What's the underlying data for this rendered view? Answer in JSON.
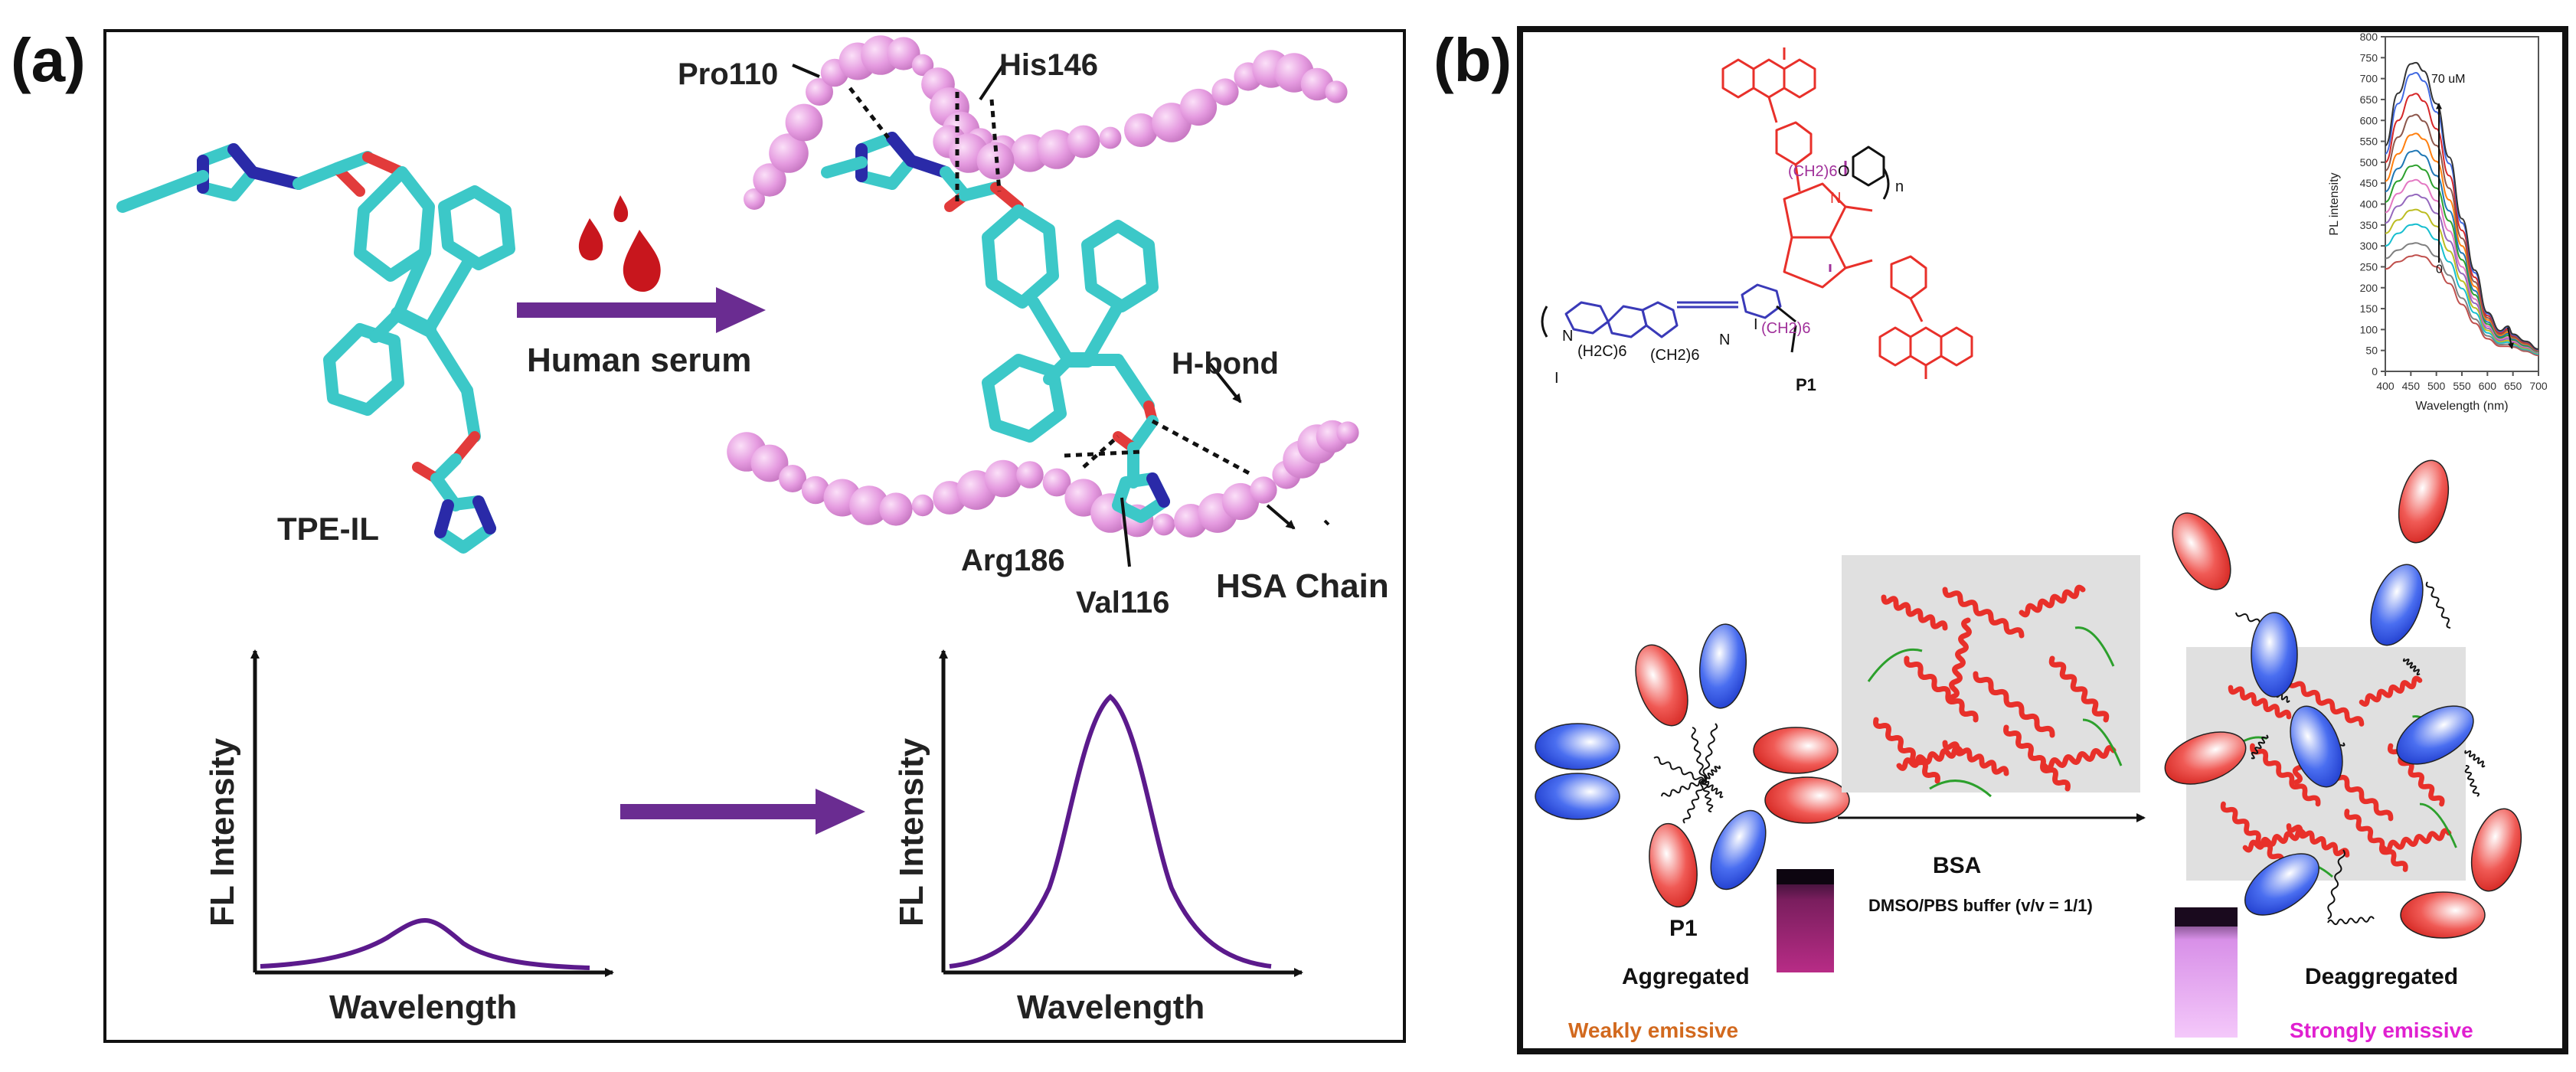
{
  "panel_a": {
    "label": "(a)",
    "molecule_label": "TPE-IL",
    "arrow_label": "Human serum",
    "residues": {
      "pro": "Pro110",
      "his": "His146",
      "hbond": "H-bond",
      "arg": "Arg186",
      "val": "Val116",
      "chain": "HSA Chain"
    },
    "plot_left": {
      "ylabel": "FL Intensity",
      "xlabel": "Wavelength"
    },
    "plot_right": {
      "ylabel": "FL Intensity",
      "xlabel": "Wavelength"
    },
    "colors": {
      "curve": "#5b1a8c",
      "arrow": "#6a2c91",
      "bead": "#e59be0",
      "carbon": "#3cc8c8",
      "oxygen": "#e23b3b",
      "nitrogen": "#2a2aa8"
    }
  },
  "panel_b": {
    "label": "(b)",
    "polymer_label": "P1",
    "chem_labels": {
      "ch2_6_top": "(CH2)6",
      "o_top": "O",
      "n_top": "N",
      "n_sub": "n",
      "ch2_6_mid": "(CH2)6",
      "h2c6": "(H2C)6",
      "ch2_6_left": "(CH2)6",
      "nplus_left": "N",
      "nplus_right": "N",
      "iodide_left": "I",
      "iodide_right": "I"
    },
    "spectrum": {
      "title": "",
      "annotation_top": "70 uM",
      "annotation_bottom": "0",
      "xlabel": "Wavelength (nm)",
      "ylabel": "PL intensity",
      "x_ticks": [
        "400",
        "450",
        "500",
        "550",
        "600",
        "650",
        "700"
      ],
      "y_ticks": [
        "0",
        "50",
        "100",
        "150",
        "200",
        "250",
        "300",
        "350",
        "400",
        "450",
        "500",
        "550",
        "600",
        "650",
        "700",
        "750",
        "800"
      ]
    },
    "scheme": {
      "p1_label": "P1",
      "aggregated": "Aggregated",
      "weakly": "Weakly emissive",
      "bsa": "BSA",
      "solvent": "DMSO/PBS buffer (v/v = 1/1)",
      "deaggregated": "Deaggregated",
      "strongly": "Strongly emissive"
    },
    "colors": {
      "weakly": "#d2691e",
      "strongly": "#e020d0",
      "red_unit": "#e8302a",
      "blue_unit": "#2a50e0"
    }
  },
  "chart_data": {
    "type": "line",
    "xlabel": "Wavelength (nm)",
    "ylabel": "PL intensity",
    "xlim": [
      400,
      700
    ],
    "ylim": [
      0,
      800
    ],
    "x": [
      400,
      425,
      450,
      460,
      475,
      500,
      525,
      550,
      575,
      600,
      625,
      640,
      650,
      675,
      700
    ],
    "series": [
      {
        "values": [
          245,
          262,
          275,
          278,
          274,
          250,
          210,
          160,
          115,
          78,
          60,
          60,
          58,
          48,
          38
        ]
      },
      {
        "values": [
          270,
          290,
          305,
          307,
          302,
          275,
          230,
          175,
          125,
          85,
          64,
          65,
          60,
          50,
          40
        ]
      },
      {
        "values": [
          300,
          330,
          350,
          352,
          345,
          315,
          262,
          198,
          140,
          92,
          68,
          70,
          64,
          53,
          42
        ]
      },
      {
        "values": [
          330,
          362,
          385,
          387,
          380,
          347,
          288,
          216,
          152,
          98,
          71,
          74,
          67,
          55,
          44
        ]
      },
      {
        "values": [
          355,
          395,
          420,
          423,
          415,
          378,
          312,
          234,
          163,
          103,
          74,
          78,
          70,
          57,
          45
        ]
      },
      {
        "values": [
          380,
          425,
          455,
          458,
          448,
          408,
          336,
          250,
          173,
          108,
          77,
          82,
          72,
          59,
          46
        ]
      },
      {
        "values": [
          405,
          455,
          490,
          493,
          482,
          438,
          360,
          267,
          183,
          113,
          80,
          86,
          75,
          61,
          47
        ]
      },
      {
        "values": [
          430,
          485,
          525,
          528,
          516,
          468,
          384,
          283,
          193,
          118,
          83,
          90,
          77,
          63,
          48
        ]
      },
      {
        "values": [
          455,
          520,
          565,
          569,
          555,
          502,
          410,
          300,
          203,
          123,
          86,
          94,
          80,
          65,
          49
        ]
      },
      {
        "values": [
          480,
          560,
          610,
          614,
          598,
          540,
          438,
          318,
          214,
          128,
          89,
          98,
          82,
          67,
          50
        ]
      },
      {
        "values": [
          500,
          600,
          660,
          664,
          646,
          580,
          468,
          337,
          225,
          133,
          92,
          102,
          85,
          69,
          51
        ]
      },
      {
        "values": [
          520,
          640,
          710,
          714,
          694,
          620,
          497,
          355,
          236,
          138,
          95,
          106,
          87,
          71,
          52
        ]
      },
      {
        "values": [
          540,
          665,
          735,
          738,
          718,
          640,
          512,
          365,
          242,
          141,
          97,
          108,
          89,
          72,
          53
        ]
      }
    ],
    "colors": [
      "#c0504d",
      "#7f7f7f",
      "#17becf",
      "#bcbd22",
      "#9467bd",
      "#e377c2",
      "#2ca02c",
      "#1f77b4",
      "#ff7f0e",
      "#8c564b",
      "#d62728",
      "#4169e1",
      "#333333"
    ]
  }
}
